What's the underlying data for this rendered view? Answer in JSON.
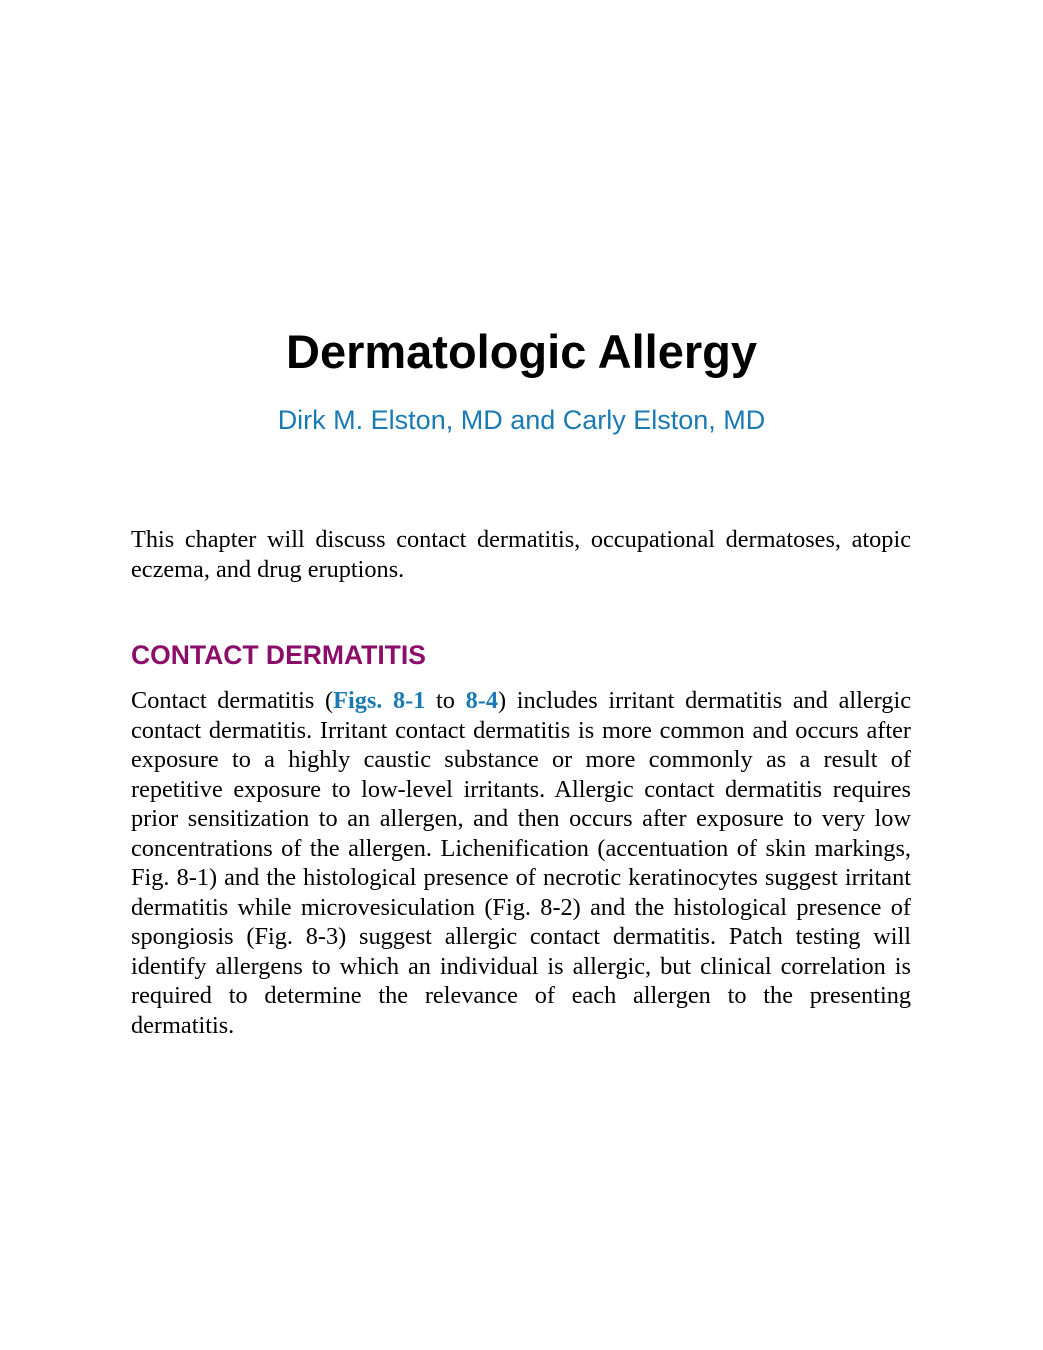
{
  "chapter": {
    "title": "Dermatologic Allergy",
    "authors": "Dirk M. Elston, MD and Carly Elston, MD"
  },
  "intro": {
    "text": "This chapter will discuss contact dermatitis, occupational dermatoses, atopic eczema, and drug eruptions."
  },
  "section": {
    "heading": "CONTACT DERMATITIS",
    "para_start": "Contact dermatitis (",
    "fig_link_1": "Figs. 8-1",
    "to_text": " to ",
    "fig_link_2": "8-4",
    "para_rest": ") includes irritant dermatitis and allergic contact dermatitis. Irritant contact dermatitis is more common and occurs after exposure to a highly caustic substance or more commonly as a result of repetitive exposure to low-level irritants. Allergic contact dermatitis requires prior sensitization to an allergen, and then occurs after exposure to very low concentrations of the allergen. Lichenification (accentuation of skin markings, Fig. 8-1) and the histological presence of necrotic keratinocytes suggest irritant dermatitis while microvesiculation (Fig. 8-2) and the histological presence of spongiosis (Fig. 8-3) suggest allergic contact dermatitis. Patch testing will identify allergens to which an individual is allergic, but clinical correlation is required to determine the relevance of each allergen to the presenting dermatitis."
  },
  "colors": {
    "author_blue": "#1a7ab3",
    "heading_magenta": "#8b0e6b",
    "body_text": "#000000"
  }
}
